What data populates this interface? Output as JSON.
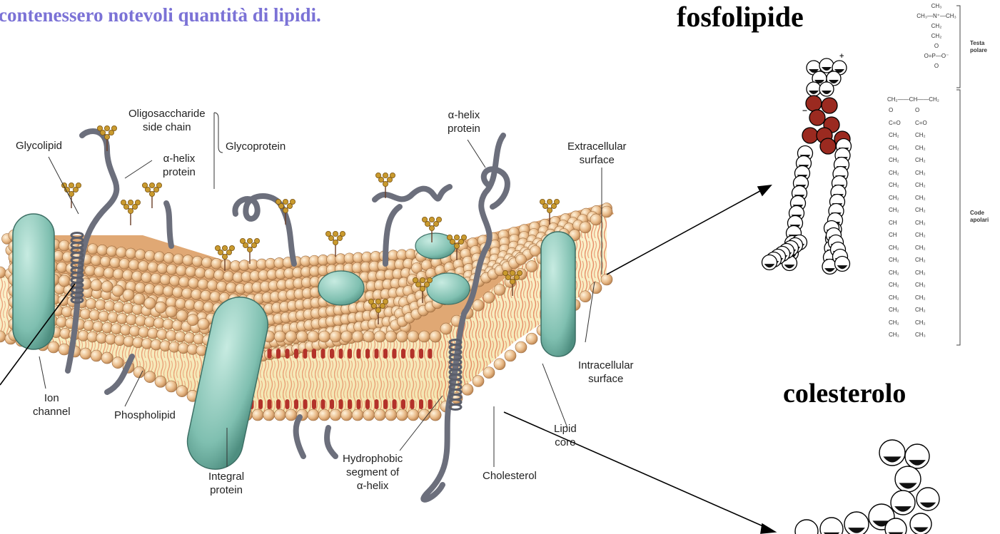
{
  "heading": "contenessero notevoli quantità di lipidi.",
  "titles": {
    "phospholipid": "fosfolipide",
    "cholesterol": "colesterolo"
  },
  "membrane_labels": {
    "glycolipid": "Glycolipid",
    "oligosaccharide": [
      "Oligosaccharide",
      "side chain"
    ],
    "alpha_helix_left": [
      "α-helix",
      "protein"
    ],
    "glycoprotein": "Glycoprotein",
    "alpha_helix_right": [
      "α-helix",
      "protein"
    ],
    "extracellular": [
      "Extracellular",
      "surface"
    ],
    "intracellular": [
      "Intracellular",
      "surface"
    ],
    "ion_channel": [
      "Ion",
      "channel"
    ],
    "phospholipid": "Phospholipid",
    "integral_protein": [
      "Integral",
      "protein"
    ],
    "hydrophobic_segment": [
      "Hydrophobic",
      "segment of",
      "α-helix"
    ],
    "cholesterol": "Cholesterol",
    "lipid_core": [
      "Lipid",
      "core"
    ]
  },
  "formula": {
    "head_lines": [
      "CH₃",
      "CH₃—N⁺—CH₃",
      "CH₂",
      "CH₂",
      "O",
      "O=P—O⁻",
      "O"
    ],
    "glycerol": "CH₂——CH——CH₂",
    "chain_left": [
      "O",
      "C=O",
      "CH₂",
      "CH₂",
      "CH₂",
      "CH₂",
      "CH₂",
      "CH₂",
      "CH₂",
      "CH",
      "CH",
      "CH₂",
      "CH₂",
      "CH₂",
      "CH₂",
      "CH₂",
      "CH₂",
      "CH₂",
      "CH₃"
    ],
    "chain_right": [
      "O",
      "C=O",
      "CH₂",
      "CH₂",
      "CH₂",
      "CH₂",
      "CH₂",
      "CH₂",
      "CH₂",
      "CH₂",
      "CH₂",
      "CH₂",
      "CH₂",
      "CH₂",
      "CH₂",
      "CH₂",
      "CH₂",
      "CH₂",
      "CH₃"
    ],
    "polar_head_label": [
      "Testa",
      "polare"
    ],
    "apolar_tails_label": [
      "Code",
      "apolari"
    ]
  },
  "charges": {
    "plus": "+",
    "minus": "−"
  },
  "colors": {
    "heading": "#7b72d6",
    "head_beads": "#e8b987",
    "membrane_core": "#f7efc2",
    "protein": "#7fbfb0",
    "helix": "#6c6f7c",
    "sugar": "#c99a2e",
    "oxygen_atoms": "#9b2a20"
  }
}
